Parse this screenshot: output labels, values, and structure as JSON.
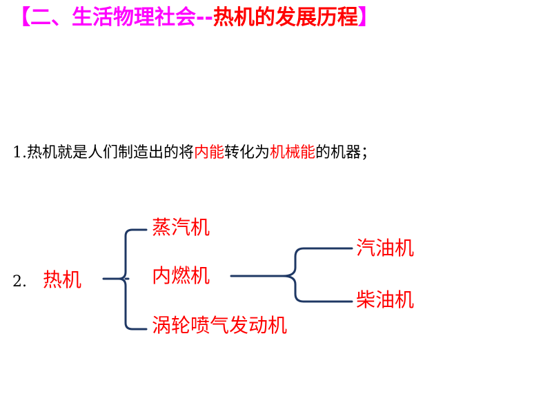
{
  "title": {
    "open_bracket": "【",
    "lead": "二、生活物理社会--",
    "highlight": "热机的发展历程",
    "close_bracket": "】"
  },
  "point1": {
    "prefix": "1.热机就是人们制造出的将",
    "red1": "内能",
    "mid": "转化为",
    "red2": "机械能",
    "suffix": "的机器；"
  },
  "point2": {
    "number": "2.",
    "root": "热机",
    "branches": [
      "蒸汽机",
      "内燃机",
      "涡轮喷气发动机"
    ],
    "sub_branches": [
      "汽油机",
      "柴油机"
    ]
  },
  "colors": {
    "magenta": "#ff00ff",
    "red": "#ff0000",
    "bracket_line": "#1f3864"
  }
}
